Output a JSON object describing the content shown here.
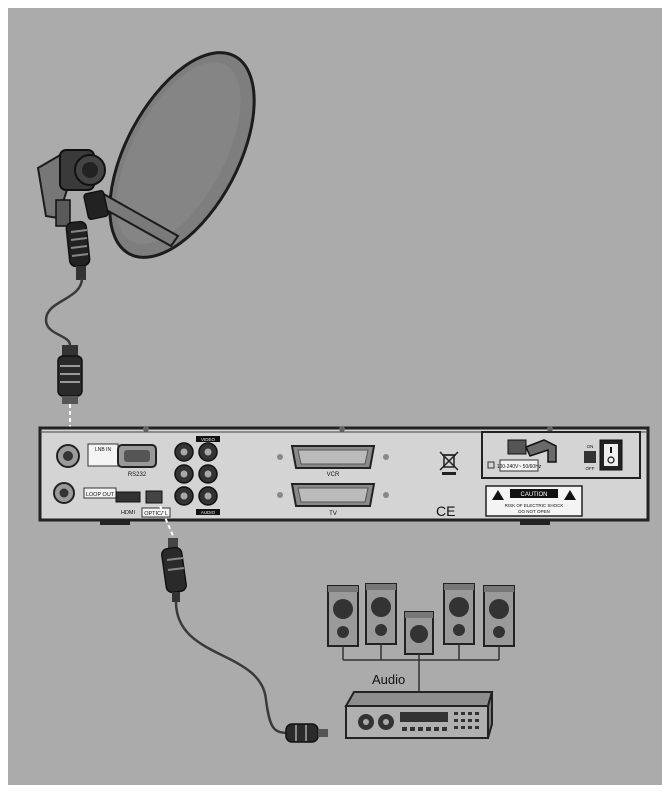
{
  "diagram": {
    "receiver": {
      "port_labels": {
        "lnb_in": "LNB IN",
        "loop_out": "LOOP OUT",
        "rs232": "RS232",
        "hdmi": "HDMI",
        "optical": "OPTICAL",
        "video": "VIDEO",
        "audio": "AUDIO",
        "vcr": "VCR",
        "tv": "TV",
        "power_rating": "100-240V~ 50/60Hz",
        "on": "ON",
        "off": "OFF",
        "caution_title": "CAUTION",
        "caution_line2": "RISK OF ELECTRIC SHOCK",
        "caution_line3": "DO NOT OPEN",
        "ce_mark": "CE"
      }
    },
    "audio_system": {
      "label": "Audio"
    }
  },
  "colors": {
    "background": "#ababab",
    "frame": "#ffffff",
    "device_body": "#d4d4d4",
    "outline": "#2a2a2a",
    "cable": "#333333",
    "dish": "#7f7f7f"
  }
}
